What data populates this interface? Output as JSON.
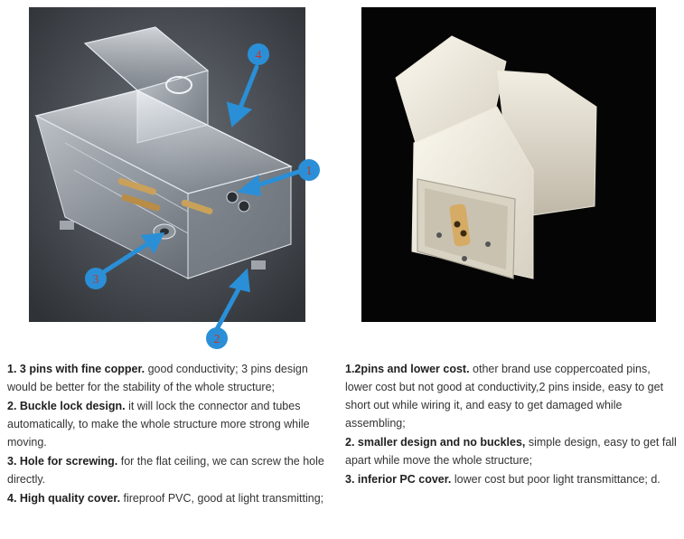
{
  "left_panel": {
    "markers": [
      "4",
      "1",
      "3",
      "2"
    ],
    "items": [
      {
        "title": "1. 3 pins with fine copper.",
        "text": " good conductivity; 3 pins design would be better for the stability of the whole structure;"
      },
      {
        "title": "2. Buckle lock design.",
        "text": " it will lock the connector and tubes automatically, to make the whole structure more strong while moving."
      },
      {
        "title": "3. Hole for screwing.",
        "text": " for the flat ceiling, we can screw the hole directly."
      },
      {
        "title": "4. High quality cover.",
        "text": " fireproof PVC, good at light transmitting;"
      }
    ]
  },
  "right_panel": {
    "items": [
      {
        "title": "1.2pins and lower cost.",
        "text": " other brand use coppercoated pins, lower cost but not good at conductivity,2 pins inside, easy to get short out while wiring it, and easy to get damaged while assembling;"
      },
      {
        "title": "2. smaller design and no buckles,",
        "text": " simple design, easy to get fall apart while move the whole structure;"
      },
      {
        "title": "3. inferior PC cover.",
        "text": " lower cost but poor light transmittance; d."
      }
    ]
  },
  "colors": {
    "marker_blue": "#2a8fd6",
    "marker_text": "#c0392b",
    "left_bg": "#3d4147",
    "right_bg": "#050505"
  }
}
